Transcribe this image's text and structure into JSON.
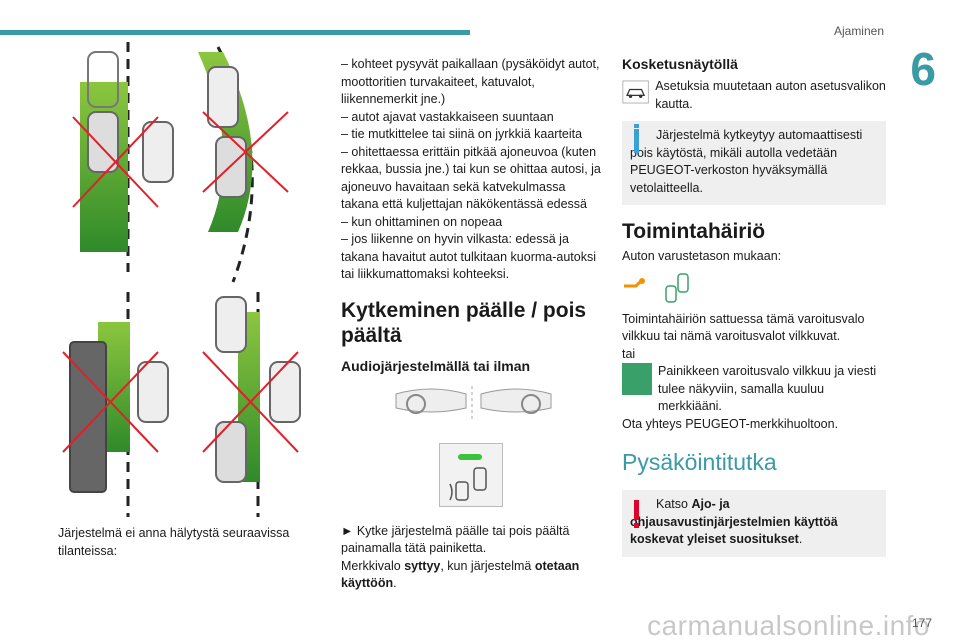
{
  "header": {
    "section": "Ajaminen",
    "chapter": "6",
    "page": "177",
    "watermark": "carmanualsonline.info"
  },
  "col1": {
    "caption": "Järjestelmä ei anna hälytystä seuraavissa tilanteissa:"
  },
  "col2": {
    "list": [
      "– kohteet pysyvät paikallaan (pysäköidyt autot, moottoritien turvakaiteet, katuvalot, liikennemerkit jne.)",
      "– autot ajavat vastakkaiseen suuntaan",
      "– tie mutkittelee tai siinä on jyrkkiä kaarteita",
      "– ohitettaessa erittäin pitkää ajoneuvoa (kuten rekkaa, bussia jne.) tai kun se ohittaa autosi, ja ajoneuvo havaitaan sekä katvekulmassa takana että kuljettajan näkökentässä edessä",
      "– kun ohittaminen on nopeaa",
      "– jos liikenne on hyvin vilkasta: edessä ja takana havaitut autot tulkitaan kuorma-autoksi tai liikkumattomaksi kohteeksi."
    ],
    "heading": "Kytkeminen päälle / pois päältä",
    "subheading": "Audiojärjestelmällä tai ilman",
    "step": "► Kytke järjestelmä päälle tai pois päältä painamalla tätä painiketta.",
    "light_prefix": "Merkkivalo ",
    "light_bold1": "syttyy",
    "light_mid": ", kun järjestelmä ",
    "light_bold2": "otetaan käyttöön",
    "light_end": "."
  },
  "col3": {
    "touch_heading": "Kosketusnäytöllä",
    "touch_text": "Asetuksia muutetaan auton asetusvalikon kautta.",
    "info_note": "Järjestelmä kytkeytyy automaattisesti pois käytöstä, mikäli autolla vedetään PEUGEOT-verkoston hyväksymällä vetolaitteella.",
    "fault_heading": "Toimintahäiriö",
    "fault_intro": "Auton varustetason mukaan:",
    "fault_text": "Toimintahäiriön sattuessa tämä varoitusvalo vilkkuu tai nämä varoitusvalot vilkkuvat.",
    "or": "tai",
    "fault_text2": "Painikkeen varoitusvalo vilkkuu ja viesti tulee näkyviin, samalla kuuluu merkkiääni.",
    "contact": "Ota yhteys PEUGEOT-merkkihuoltoon.",
    "park_heading": "Pysäköintitutka",
    "warn_prefix": "Katso ",
    "warn_bold": "Ajo- ja ohjausavustinjärjestelmien käyttöä koskevat yleiset suositukset",
    "warn_end": "."
  },
  "colors": {
    "accent": "#3a9aa5",
    "info": "#3aa0d8",
    "warning": "#e0002a",
    "green_zone": "#5aa82a"
  }
}
